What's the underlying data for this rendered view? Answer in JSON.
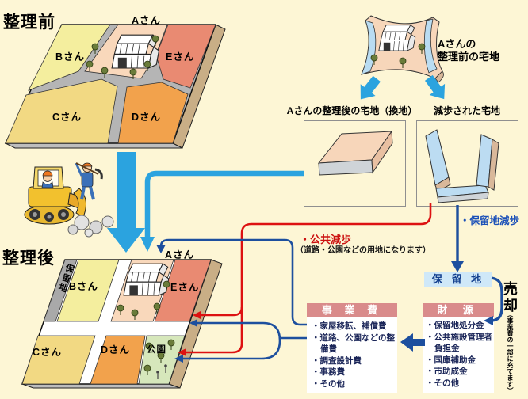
{
  "colors": {
    "background": "#fdf6d5",
    "light_blue_arrow": "#2ba3df",
    "navy_line": "#1d4f9e",
    "red_line": "#dd1111",
    "header_pink": "#d98b8b",
    "horyuchi_box_bg": "#cfe8f8",
    "plot_a": "#f9d8bb",
    "plot_b": "#f4ee9e",
    "plot_c": "#f2d983",
    "plot_d": "#f2a24c",
    "plot_e": "#e98a72",
    "park_green": "#d6e7bb"
  },
  "before": {
    "title": "整理前"
  },
  "after": {
    "title": "整理後",
    "reserved_strip": "保留地",
    "park": "公園"
  },
  "plots": {
    "a": "Aさん",
    "b": "Bさん",
    "c": "Cさん",
    "d": "Dさん",
    "e": "Eさん"
  },
  "piece": {
    "label_line1": "Aさんの",
    "label_line2": "整理前の宅地"
  },
  "flow": {
    "kanchi_label": "Aさんの整理後の宅地（換地）",
    "genbu_label": "減歩された宅地"
  },
  "notes": {
    "horyuchi_genbu": "・保留地減歩",
    "kokyo_genbu": "・公共減歩",
    "kokyo_note": "（道路・公園などの用地になります）"
  },
  "horyuchi": {
    "label": "保 留 地"
  },
  "baikyaku": {
    "label": "売却",
    "note": "（事業費の一部に充てます）"
  },
  "jigyohi": {
    "title": "事 業 費",
    "items": [
      "・家屋移転、補償費",
      "・道路、公園などの整備費",
      "・調査設計費",
      "・事務費",
      "・その他"
    ]
  },
  "zaigen": {
    "title": "財 源",
    "items": [
      "・保留地処分金",
      "・公共施設管理者負担金",
      "・国庫補助金",
      "・市助成金",
      "・その他"
    ]
  }
}
